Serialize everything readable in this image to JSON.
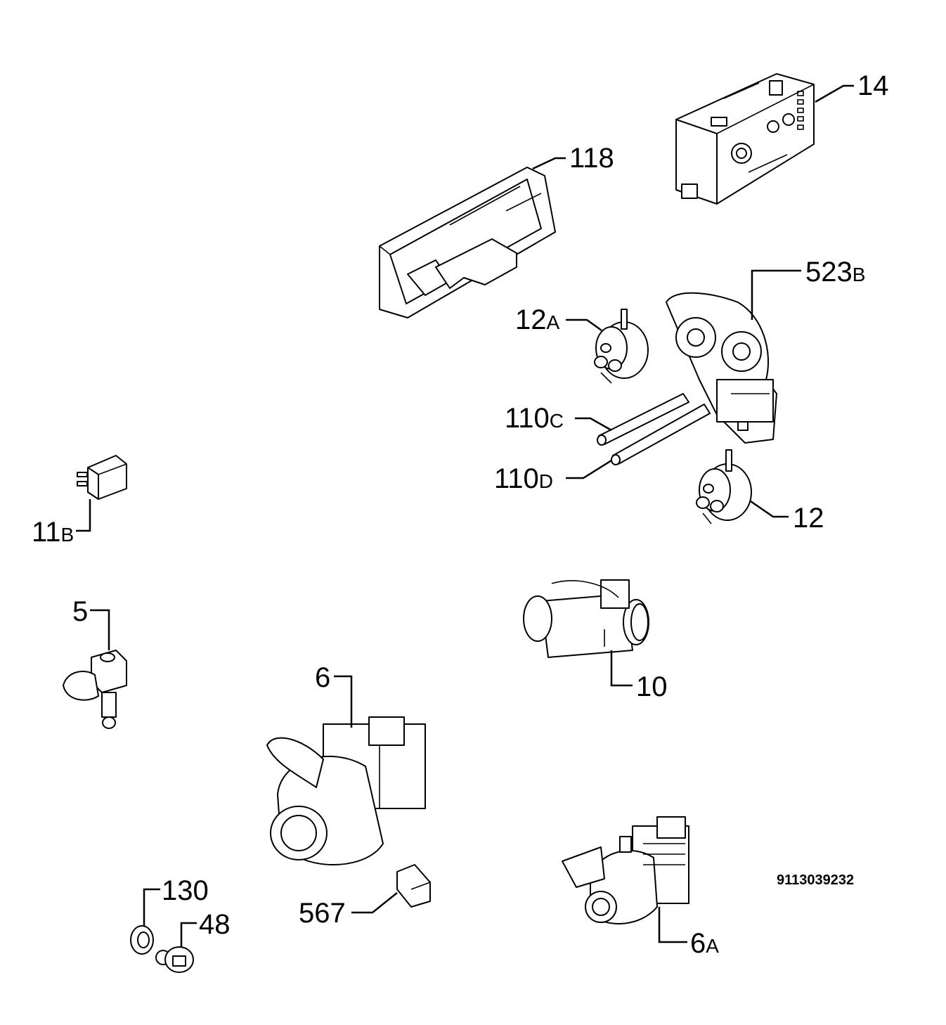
{
  "diagram": {
    "drawing_number": "9113039232",
    "parts": [
      {
        "id": "14",
        "num": "14",
        "suffix": ""
      },
      {
        "id": "118",
        "num": "118",
        "suffix": ""
      },
      {
        "id": "523B",
        "num": "523",
        "suffix": "B"
      },
      {
        "id": "12A",
        "num": "12",
        "suffix": "A"
      },
      {
        "id": "110C",
        "num": "110",
        "suffix": "C"
      },
      {
        "id": "110D",
        "num": "110",
        "suffix": "D"
      },
      {
        "id": "12",
        "num": "12",
        "suffix": ""
      },
      {
        "id": "11B",
        "num": "11",
        "suffix": "B"
      },
      {
        "id": "5",
        "num": "5",
        "suffix": ""
      },
      {
        "id": "10",
        "num": "10",
        "suffix": ""
      },
      {
        "id": "6",
        "num": "6",
        "suffix": ""
      },
      {
        "id": "130",
        "num": "130",
        "suffix": ""
      },
      {
        "id": "48",
        "num": "48",
        "suffix": ""
      },
      {
        "id": "567",
        "num": "567",
        "suffix": ""
      },
      {
        "id": "6A",
        "num": "6",
        "suffix": "A"
      }
    ]
  }
}
